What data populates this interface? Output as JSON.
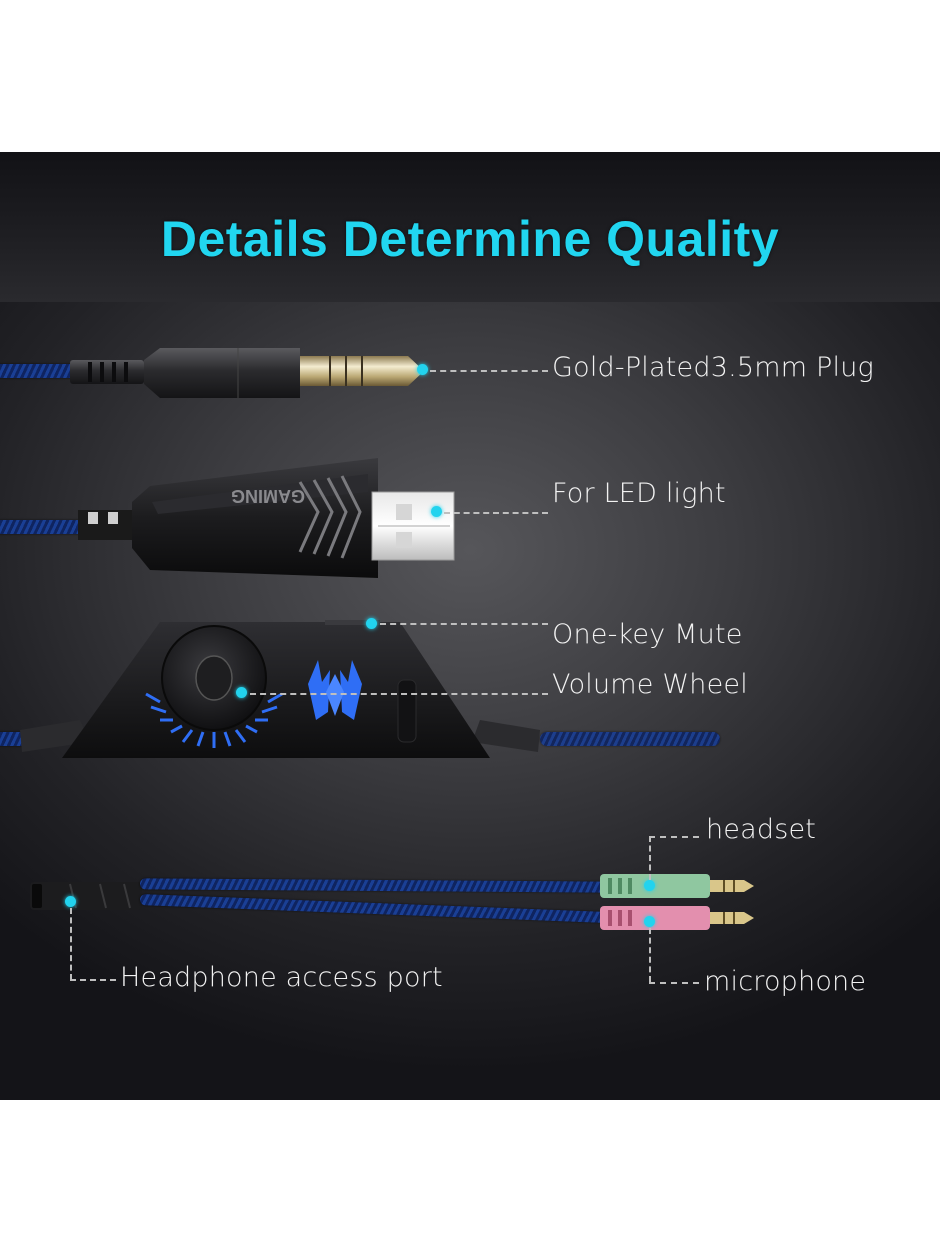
{
  "title": "Details Determine Quality",
  "colors": {
    "title": "#21d6f0",
    "callout_dot": "#22d3ee",
    "label_text": "#f2f2f2",
    "cable_blue": "#1a3f95",
    "headset_plug": "#8fc7a0",
    "mic_plug": "#e38fae",
    "volume_led": "#2f6ef5"
  },
  "callouts": [
    {
      "id": "plug",
      "label": "Gold-Plated3.5mm Plug",
      "icon": "audio-jack-icon"
    },
    {
      "id": "usb",
      "label": "For LED light",
      "icon": "usb-plug-icon"
    },
    {
      "id": "mute",
      "label": "One-key Mute",
      "icon": "mute-switch-icon"
    },
    {
      "id": "volume",
      "label": "Volume Wheel",
      "icon": "volume-wheel-icon"
    },
    {
      "id": "headset",
      "label": "headset",
      "icon": "headset-plug-icon"
    },
    {
      "id": "mic",
      "label": "microphone",
      "icon": "microphone-plug-icon"
    },
    {
      "id": "port",
      "label": "Headphone access port",
      "icon": "headphone-port-icon"
    }
  ],
  "usb_branding": "GAMING"
}
